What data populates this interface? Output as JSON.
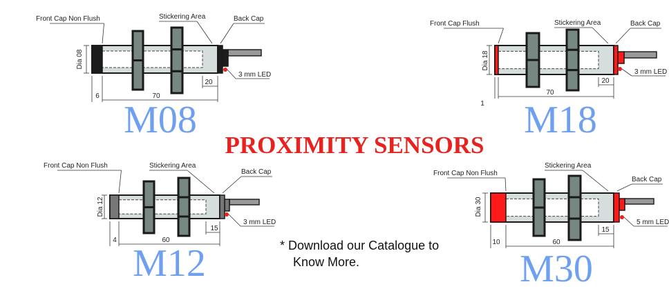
{
  "title": "PROXIMITY SENSORS",
  "note": {
    "line1": "* Download our Catalogue to",
    "line2": "Know More."
  },
  "colors": {
    "model": "#6fa0f0",
    "title": "#e8231f",
    "nut": "#778782",
    "body": "#d5dedc",
    "red_cap": "#ff1a1a",
    "black_cap": "#1c1c1c",
    "grey_cap": "#777777"
  },
  "sensors": {
    "m08": {
      "model": "M08",
      "front_cap": "Front Cap Non Flush",
      "sticker": "Stickering Area",
      "back_cap": "Back Cap",
      "led": "3 mm LED",
      "dia": "Dia 08",
      "dim_front": "6",
      "dim_length": "70",
      "dim_sticker": "20"
    },
    "m18": {
      "model": "M18",
      "front_cap": "Front Cap Flush",
      "sticker": "Stickering Area",
      "back_cap": "Back Cap",
      "led": "3 mm LED",
      "dia": "Dia 18",
      "dim_front": "1",
      "dim_length": "70",
      "dim_sticker": "20"
    },
    "m12": {
      "model": "M12",
      "front_cap": "Front Cap Non Flush",
      "sticker": "Stickering Area",
      "back_cap": "Back Cap",
      "led": "3 mm LED",
      "dia": "Dia 12",
      "dim_front": "4",
      "dim_length": "60",
      "dim_sticker": "15"
    },
    "m30": {
      "model": "M30",
      "front_cap": "Front Cap Non Flush",
      "sticker": "Stickering Area",
      "back_cap": "Back Cap",
      "led": "5 mm LED",
      "dia": "Dia 30",
      "dim_front": "10",
      "dim_length": "60",
      "dim_sticker": "15"
    }
  }
}
